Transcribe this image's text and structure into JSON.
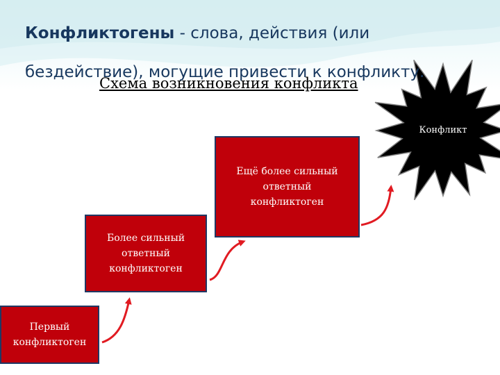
{
  "heading": {
    "term": "Конфликтогены",
    "definition": " - слова, действия (или бездействие), могущие привести к конфликту."
  },
  "scheme_title": "Схема возникновения конфликта",
  "diagram": {
    "steps": [
      {
        "label": "Первый\nконфликтоген"
      },
      {
        "label": "Более сильный\nответный\nконфликтоген"
      },
      {
        "label": "Ещё более сильный\nответный\nконфликтоген"
      }
    ],
    "outcome": "Конфликт"
  },
  "colors": {
    "title_text": "#17375e",
    "box_fill": "#c0000a",
    "box_border": "#1f3864",
    "arrow": "#e11b22",
    "burst_fill": "#000000",
    "burst_stroke": "#7f7f7f"
  }
}
